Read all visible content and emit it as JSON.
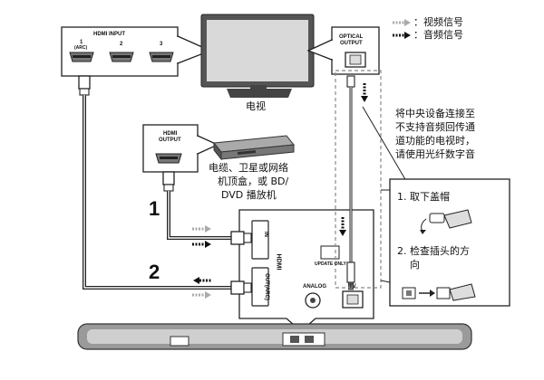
{
  "legend": {
    "video": "：视频信号",
    "audio": "：音频信号"
  },
  "tv_panel": {
    "hdmi_input_title": "HDMI INPUT",
    "port1": "1",
    "port1_sub": "(ARC)",
    "port2": "2",
    "port3": "3",
    "tv_label": "电视",
    "optical_title_line1": "OPTICAL",
    "optical_title_line2": "OUTPUT"
  },
  "source_device": {
    "hdmi_output_line1": "HDMI",
    "hdmi_output_line2": "OUTPUT",
    "label_line1": "电缆、卫星或网络",
    "label_line2": "机顶盒，或 BD/",
    "label_line3": "DVD 播放机"
  },
  "note": {
    "line1": "将中央设备连接至",
    "line2": "不支持音频回传通",
    "line3": "道功能的电视时，",
    "line4": "请使用光纤数字音"
  },
  "steps": {
    "step1": "1. 取下盖帽",
    "step2_line1": "2. 检查插头的方",
    "step2_line2": "向"
  },
  "soundbar_panel": {
    "in_label": "IN",
    "out_label": "OUT(ARC)",
    "hdmi_logo": "HDMI",
    "update_only": "UPDATE ONLY",
    "analog": "ANALOG",
    "tv": "TV"
  },
  "connection_numbers": {
    "one": "1",
    "two": "2"
  }
}
